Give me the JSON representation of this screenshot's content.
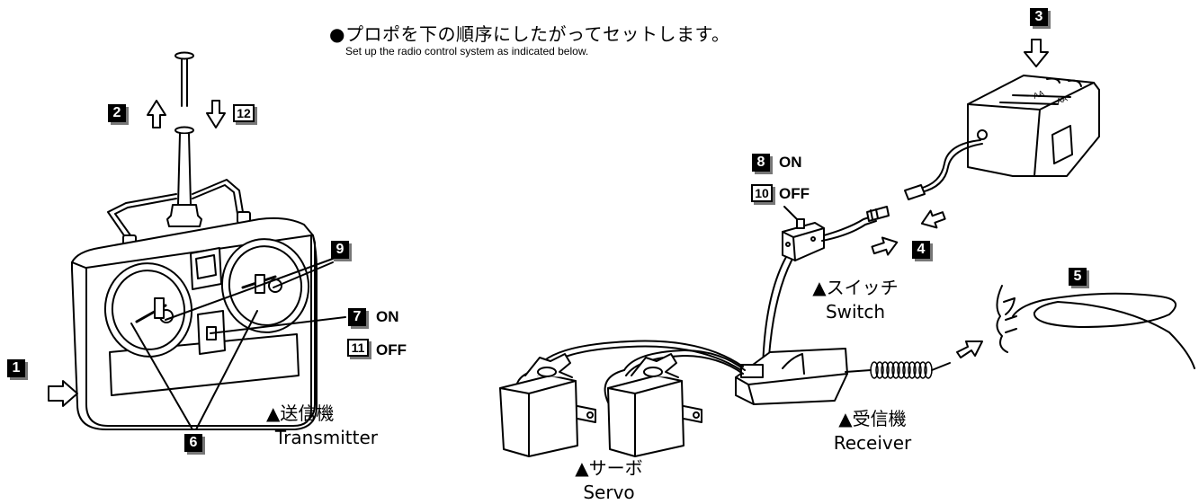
{
  "title": {
    "jp": "●プロポを下の順序にしたがってセットします。",
    "en": "Set up the radio control system as indicated below."
  },
  "steps": [
    "1",
    "2",
    "3",
    "4",
    "5",
    "6",
    "7",
    "8",
    "9",
    "10",
    "11",
    "12"
  ],
  "switch_states": {
    "on": "ON",
    "off": "OFF"
  },
  "components": {
    "transmitter": {
      "jp": "▲送信機",
      "en": "Transmitter"
    },
    "switch": {
      "jp": "▲スイッチ",
      "en": "Switch"
    },
    "receiver": {
      "jp": "▲受信機",
      "en": "Receiver"
    },
    "servo": {
      "jp": "▲サーボ",
      "en": "Servo"
    }
  }
}
